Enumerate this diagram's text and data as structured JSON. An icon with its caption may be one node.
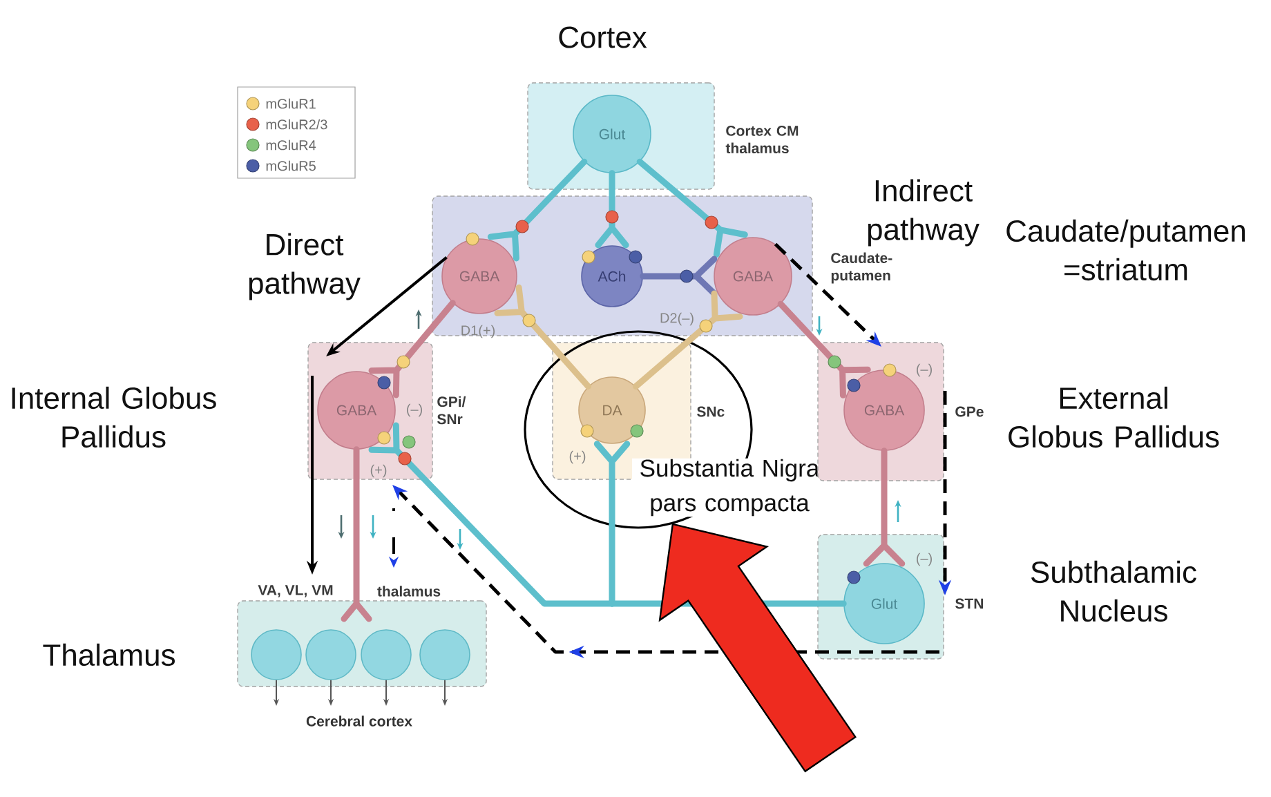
{
  "diagram": {
    "nodes": [
      {
        "text": [
          "Cortex CM thalamus"
        ]
      },
      {
        "text": [
          "Glut"
        ],
        "in": 0
      },
      {
        "text": [
          "Caudate- putamen"
        ]
      },
      {
        "text": [
          "GABA"
        ],
        "in": 2,
        "beside": [
          "D1(+)"
        ]
      },
      {
        "text": [
          "ACh"
        ],
        "in": 2
      },
      {
        "text": [
          "GABA"
        ],
        "in": 2
      },
      {
        "text": [
          "GPi/ SNr"
        ]
      },
      {
        "text": [
          "GABA"
        ],
        "in": 6,
        "beside": [
          "(–)",
          "(+)"
        ]
      },
      {
        "text": [
          "Substantia Nigra pars compacta"
        ]
      },
      {
        "text": [
          "SNc"
        ],
        "in": 8
      },
      {
        "text": [
          "DA"
        ],
        "in": 9
      },
      {
        "text": [
          "GPe"
        ]
      },
      {
        "text": [
          "GABA"
        ],
        "in": 11,
        "beside": [
          "(–)"
        ]
      },
      {
        "text": [
          "STN"
        ]
      },
      {
        "text": [
          "Glut"
        ],
        "in": 13,
        "beside": [
          "(–)"
        ]
      },
      {
        "text": [
          "VA, VL, VM",
          "thalamus"
        ]
      },
      {
        "text": [],
        "shape": "circle",
        "in": 15
      },
      {
        "text": [],
        "shape": "circle",
        "in": 15
      },
      {
        "text": [],
        "shape": "circle",
        "in": 15
      },
      {
        "text": [],
        "shape": "circle",
        "in": 15
      },
      {
        "text": [
          "Cerebral cortex"
        ]
      }
    ],
    "edges": [
      {
        "from": 1,
        "to": 3,
        "arrow": "other",
        "color": "#5dbfcc"
      },
      {
        "from": 1,
        "to": 4,
        "arrow": "other",
        "color": "#5dbfcc"
      },
      {
        "from": 1,
        "to": 5,
        "arrow": "other",
        "color": "#5dbfcc"
      },
      {
        "from": 4,
        "to": 5,
        "arrow": "other",
        "color": "#6e77b4"
      },
      {
        "from": 10,
        "to": 3,
        "arrow": "other",
        "color": "#dcc08c"
      },
      {
        "from": 10,
        "to": 5,
        "arrow": "other",
        "color": "#dcc08c"
      },
      {
        "from": 3,
        "to": 7,
        "arrow": "other",
        "color": "#c8828f"
      },
      {
        "from": 5,
        "to": 12,
        "arrow": "other",
        "color": "#c8828f"
      },
      {
        "from": 12,
        "to": 14,
        "arrow": "other",
        "color": "#c8828f"
      },
      {
        "from": 14,
        "to": 10,
        "arrow": "other",
        "color": "#5dbfcc"
      },
      {
        "from": 14,
        "to": 7,
        "arrow": "other",
        "color": "#5dbfcc"
      },
      {
        "from": 7,
        "to": 15,
        "arrow": "other",
        "color": "#c8828f"
      },
      {
        "from": 16,
        "to": null,
        "arrow": "to",
        "color": "#555555"
      },
      {
        "from": 17,
        "to": 20,
        "arrow": "to",
        "color": "#555555"
      },
      {
        "from": 18,
        "to": 20,
        "arrow": "to",
        "color": "#555555"
      },
      {
        "from": 19,
        "to": null,
        "arrow": "to",
        "color": "#555555"
      },
      {
        "from": 3,
        "to": 6,
        "arrow": "to",
        "color": "#000000"
      },
      {
        "from": 6,
        "to": 15,
        "arrow": "to",
        "color": "#000000"
      },
      {
        "from": 5,
        "to": 11,
        "arrow": "to",
        "style": "dashed",
        "color": "#000000"
      },
      {
        "from": 11,
        "to": 13,
        "arrow": "to",
        "style": "dashed",
        "color": "#000000"
      },
      {
        "from": 13,
        "to": 6,
        "arrow": "to",
        "style": "dashed",
        "color": "#000000"
      },
      {
        "from": null,
        "to": 8,
        "arrow": "to",
        "style": "thick",
        "color": "#ee2b1f"
      }
    ],
    "labels": [
      "Cortex",
      "Indirect pathway",
      "Caudate/putamen =striatum",
      "Direct pathway",
      "D2(–)",
      "Internal Globus Pallidus",
      "External Globus Pallidus",
      "(+)",
      "Subthalamic Nucleus",
      "Thalamus"
    ],
    "legend": [
      {
        "text": "mGluR1",
        "color": "#f5d27a"
      },
      {
        "text": "mGluR2/3",
        "color": "#e8614a"
      },
      {
        "text": "mGluR4",
        "color": "#85c57c"
      },
      {
        "text": "mGluR5",
        "color": "#4b5ea6"
      }
    ]
  }
}
